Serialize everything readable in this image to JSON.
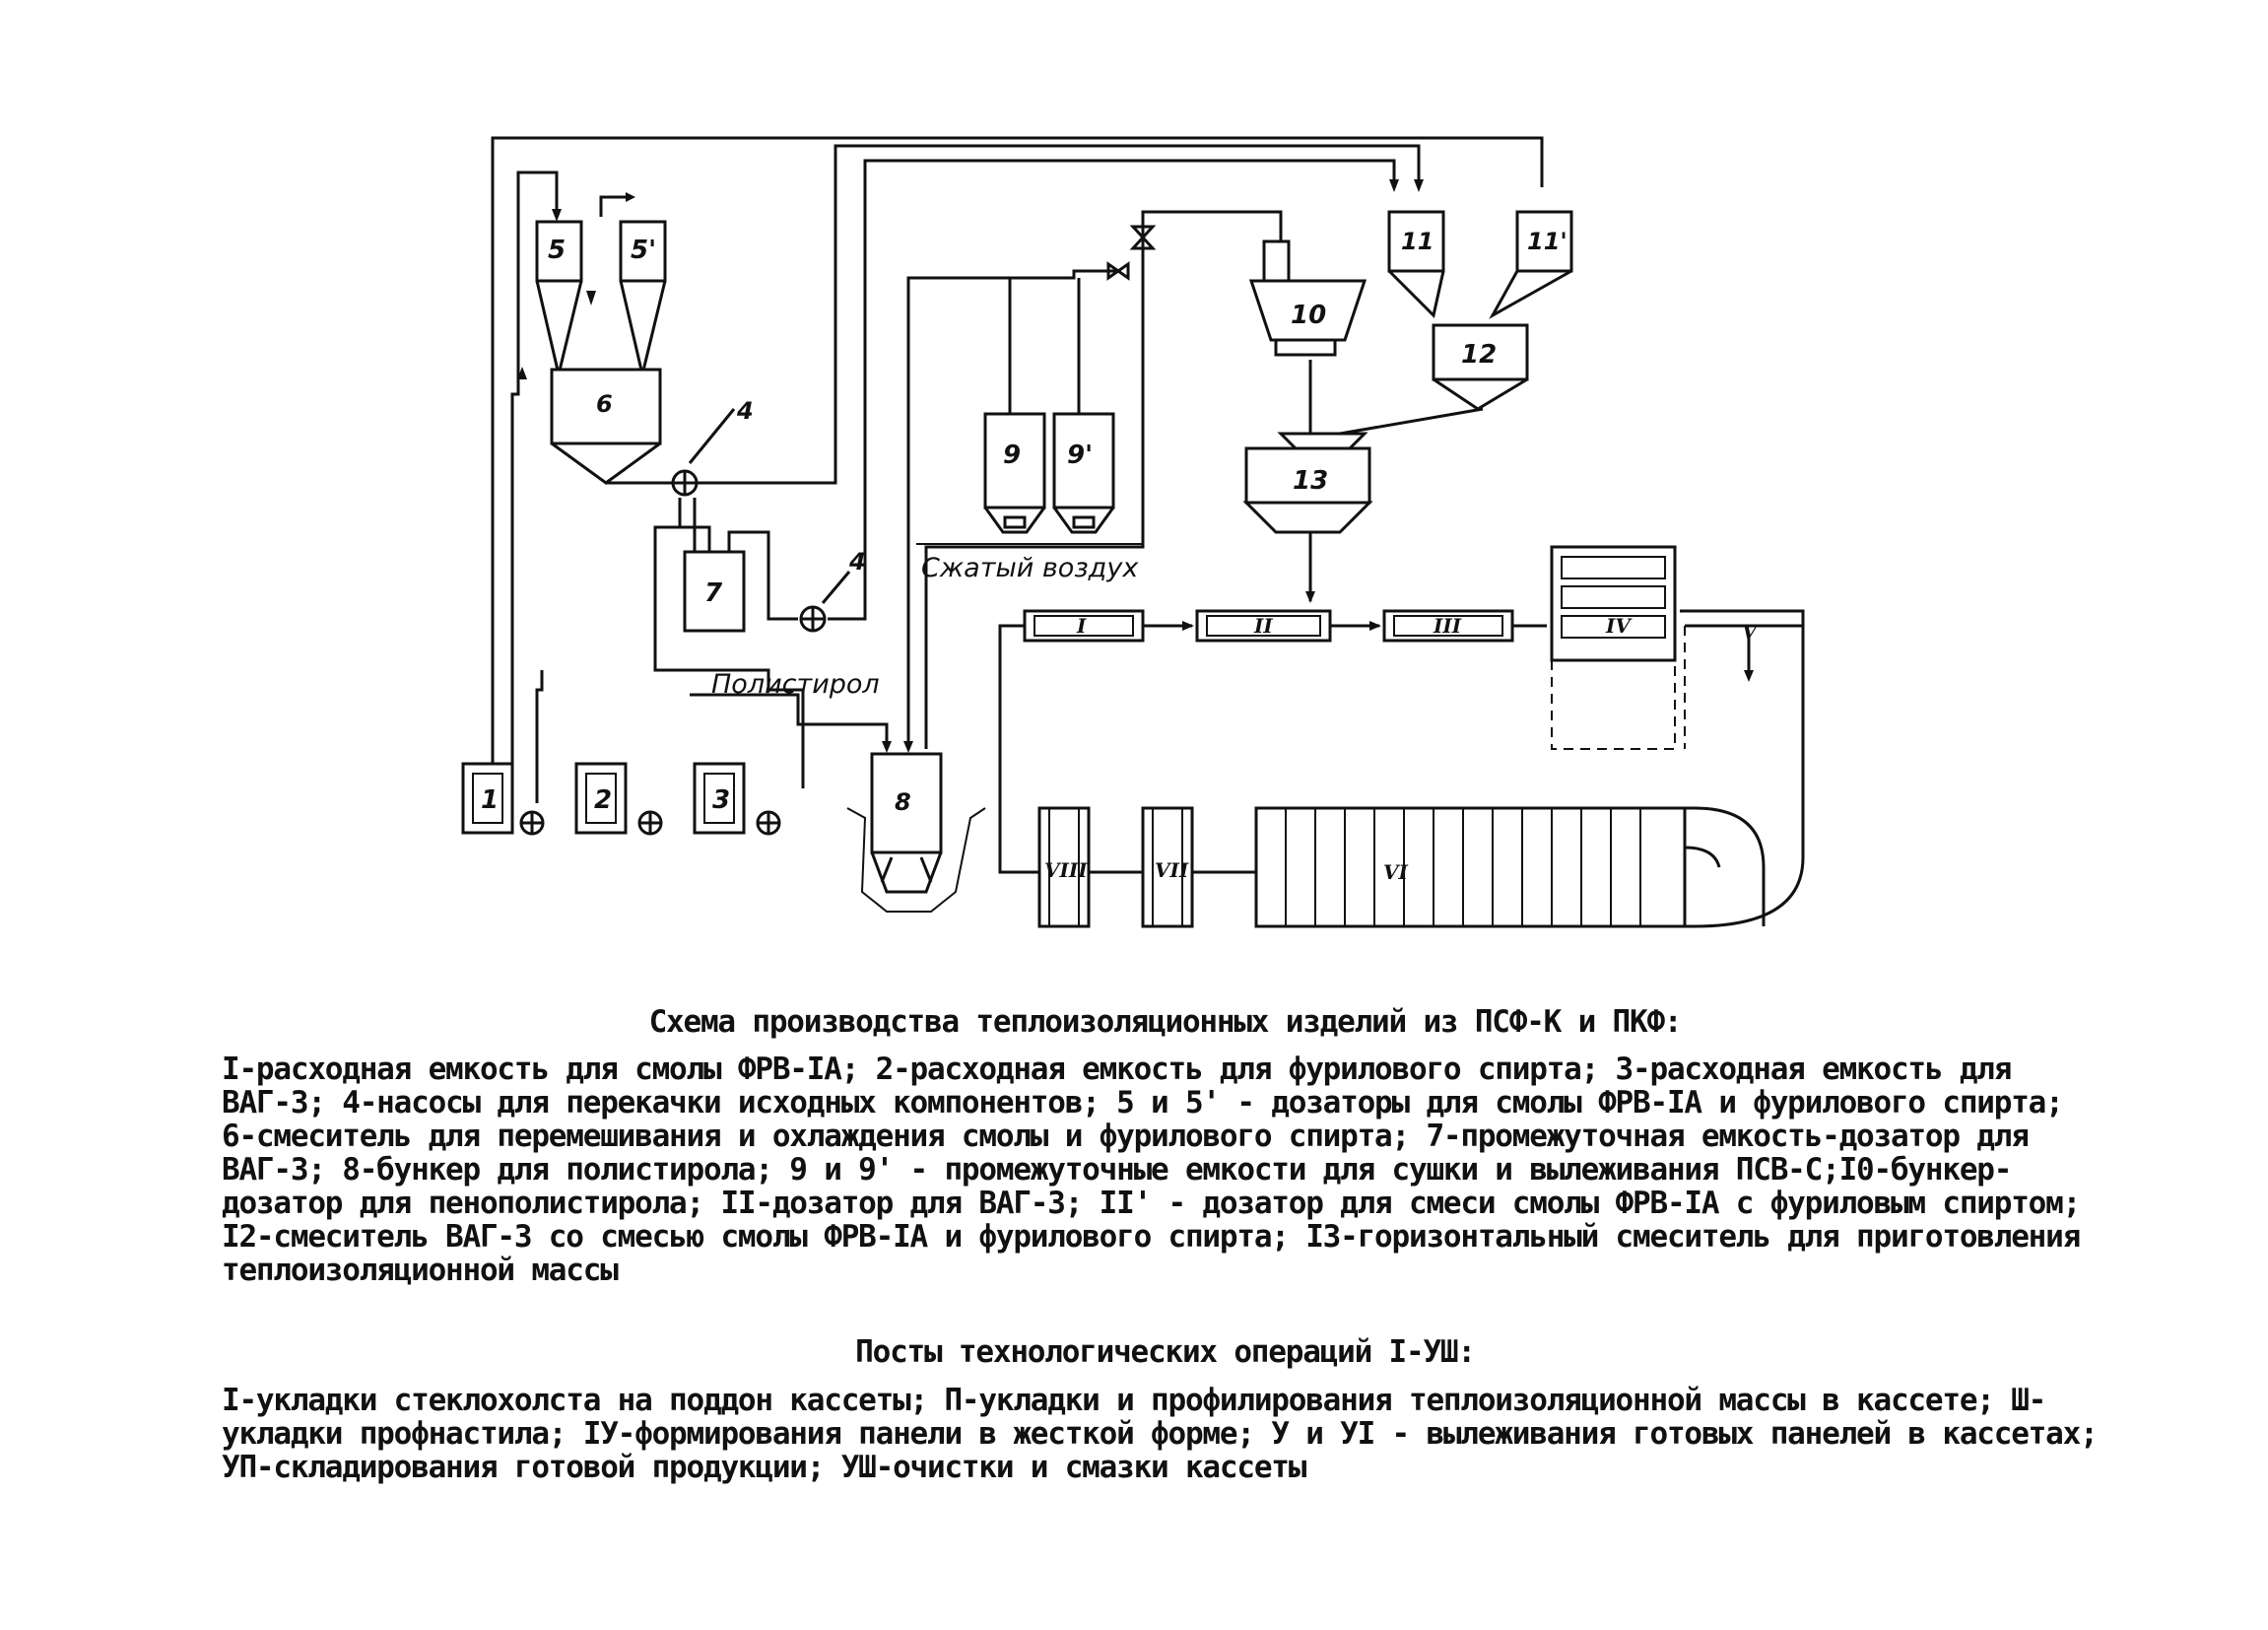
{
  "diagram": {
    "labels": {
      "tank_1": "1",
      "tank_2": "2",
      "tank_3": "3",
      "pump_4a": "4",
      "pump_4b": "4",
      "doser_5": "5",
      "doser_5p": "5'",
      "mixer_6": "6",
      "vessel_7": "7",
      "hopper_8": "8",
      "vessel_9": "9",
      "vessel_9p": "9'",
      "hopper_10": "10",
      "doser_11": "11",
      "doser_11p": "11'",
      "mixer_12": "12",
      "mixer_13": "13"
    },
    "annotations": {
      "compressed_air": "Сжатый воздух",
      "polystyrene": "Полистирол"
    },
    "posts": {
      "p1": "I",
      "p2": "II",
      "p3": "III",
      "p4": "IV",
      "p5": "V",
      "p6": "VI",
      "p7": "VII",
      "p8": "VIII"
    }
  },
  "caption": {
    "title": "Схема производства теплоизоляционных изделий из ПСФ-К и ПКФ:",
    "legend": "I-расходная емкость для смолы ФРВ-IА; 2-расходная емкость для фурилового спирта; 3-расходная емкость для ВАГ-3; 4-насосы для перекачки исходных компонентов; 5 и 5' - дозаторы для смолы ФРВ-IА и фурилового спирта; 6-смеситель для перемешивания и охлаждения смолы и фурилового спирта; 7-промежуточная емкость-дозатор для ВАГ-3; 8-бункер для полистирола; 9 и 9' - промежуточные емкости для сушки и вылеживания ПСВ-С;I0-бункер-дозатор для пенополистирола; II-дозатор для ВАГ-3; II' - дозатор для смеси смолы ФРВ-IА с фуриловым спиртом; I2-смеситель ВАГ-3 со смесью смолы ФРВ-IА и фурилового спирта; I3-горизонтальный смеситель для приготовления теплоизоляционной массы",
    "posts_title": "Посты технологических операций I-УШ:",
    "posts_text": "I-укладки стеклохолста на поддон кассеты; П-укладки и профилирования теплоизоляционной массы в кассете; Ш-укладки профнастила; IУ-формирования панели в жесткой форме; У и УI - вылеживания готовых панелей в кассетах; УП-складирования готовой продукции; УШ-очистки и смазки кассеты"
  }
}
